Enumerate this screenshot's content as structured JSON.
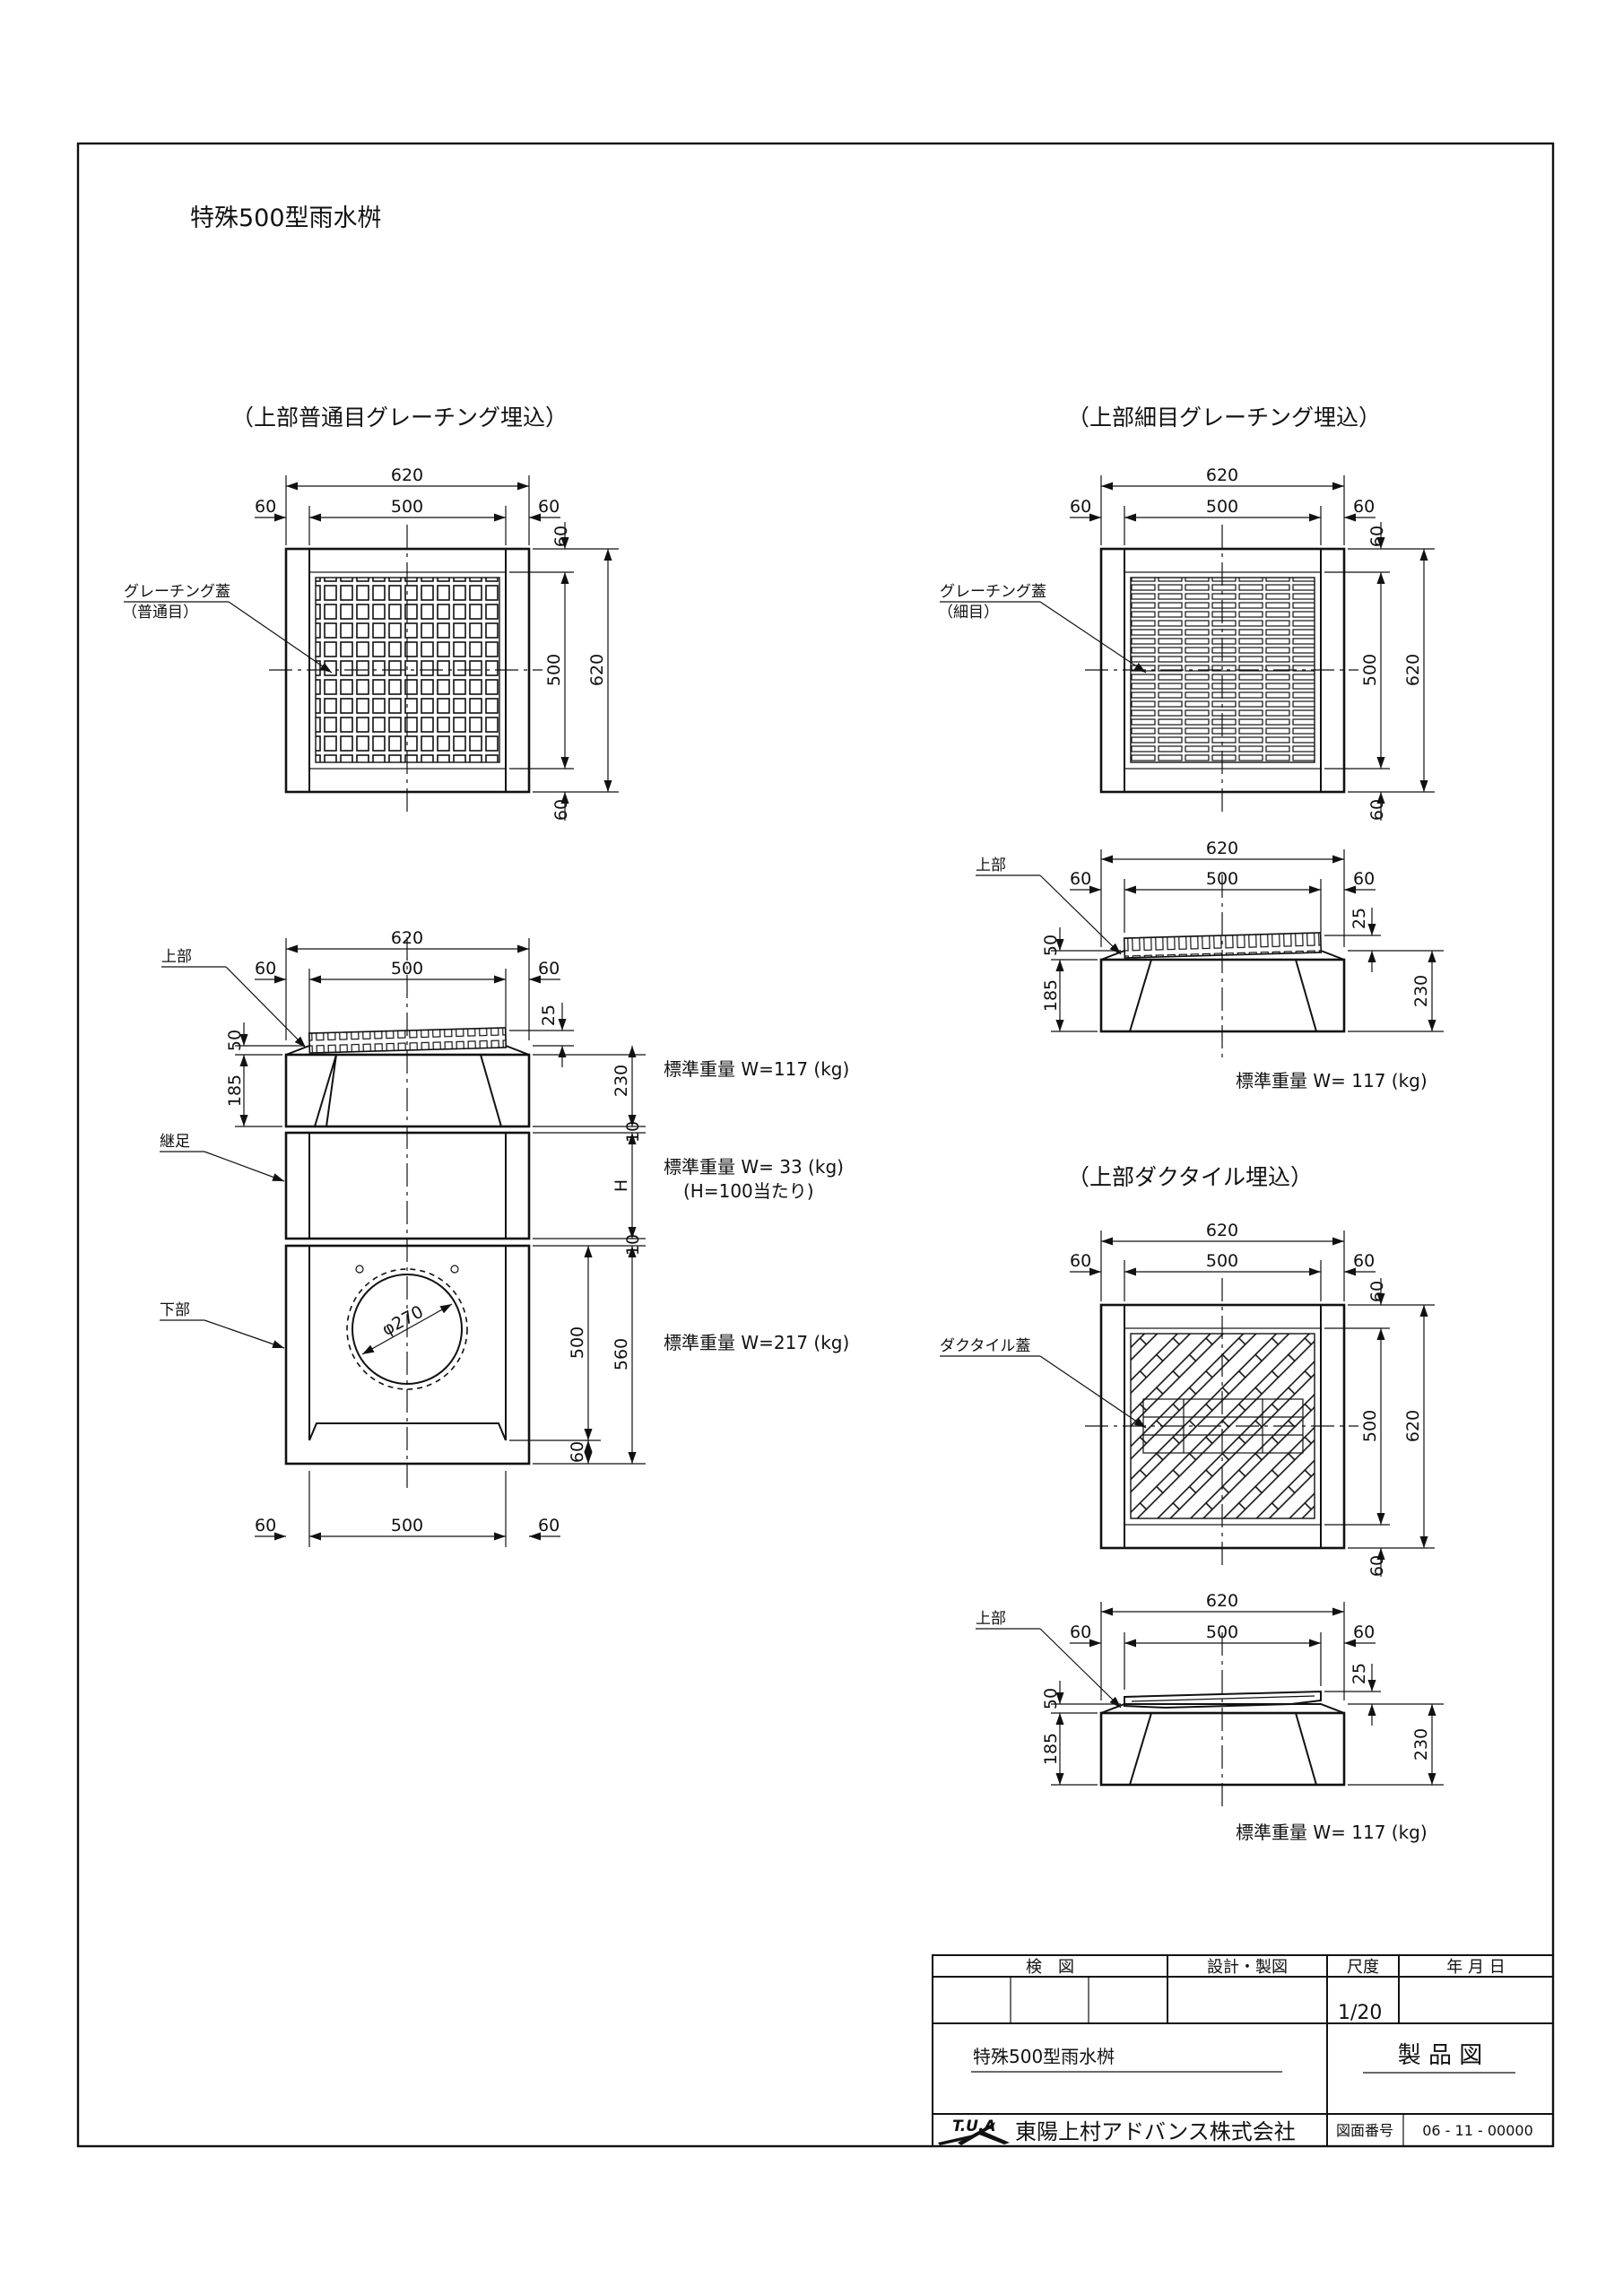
{
  "drawing_title": "特殊500型雨水桝",
  "views": {
    "left": {
      "heading": "（上部普通目グレーチング埋込）",
      "cover_label_1": "グレーチング蓋",
      "cover_label_2": "（普通目）"
    },
    "right_top": {
      "heading": "（上部細目グレーチング埋込）",
      "cover_label_1": "グレーチング蓋",
      "cover_label_2": "（細目）"
    },
    "right_bottom": {
      "heading": "（上部ダクタイル埋込）",
      "cover_label": "ダクタイル蓋"
    }
  },
  "parts": {
    "upper": "上部",
    "riser": "継足",
    "lower": "下部"
  },
  "weights": {
    "upper_left": "標準重量 W=117 (kg)",
    "riser": "標準重量 W= 33 (kg)",
    "riser_note": "(H=100当たり)",
    "lower": "標準重量 W=217 (kg)",
    "upper_fine": "標準重量 W= 117 (kg)",
    "upper_ductile": "標準重量 W= 117 (kg)"
  },
  "dims": {
    "d620": "620",
    "d500": "500",
    "d60": "60",
    "d25": "25",
    "d50": "50",
    "d185": "185",
    "d230": "230",
    "d10": "10",
    "dH": "H",
    "d560": "560",
    "pipe": "φ270"
  },
  "title_block": {
    "inspect": "検　図",
    "design": "設計・製図",
    "scale_label": "尺度",
    "date_label": "年 月 日",
    "scale": "1/20",
    "product_name": "特殊500型雨水桝",
    "drawing_type": "製 品 図",
    "logo_text": "T.U.A",
    "company": "東陽上村アドバンス株式会社",
    "drawing_number_label": "図面番号",
    "drawing_number": "06 - 11 - 00000"
  }
}
